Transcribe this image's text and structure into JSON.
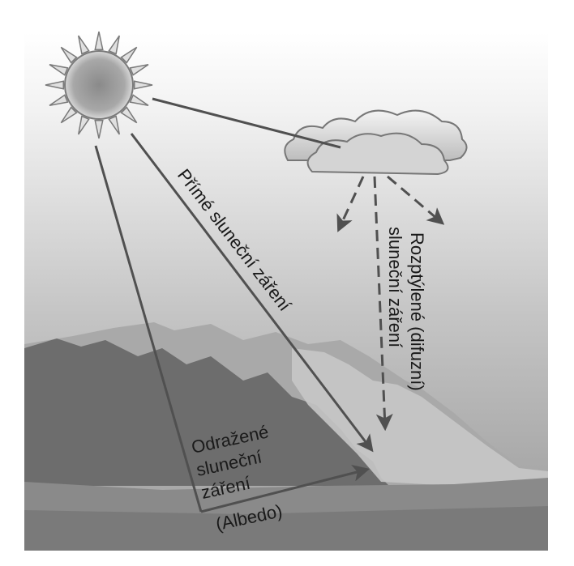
{
  "diagram": {
    "labels": {
      "direct": "Přímé sluneční záření",
      "diffuse_line1": "Rozptýlené (difuzní)",
      "diffuse_line2": "sluneční záření",
      "reflected_line1": "Odražené",
      "reflected_line2": "sluneční",
      "reflected_line3": "záření",
      "albedo": "(Albedo)"
    },
    "colors": {
      "sky_top": "#ffffff",
      "sky_bottom": "#9a9a9a",
      "mountain_far": "#a9a9a9",
      "mountain_dark": "#6d6d6d",
      "snowfield": "#c7c7c7",
      "ground": "#8a8a8a",
      "arrow": "#555555",
      "sun_core": "#8d8d8d",
      "cloud": "#dcdcdc"
    },
    "icons": {
      "sun": "sun-icon",
      "cloud": "cloud-icon"
    }
  }
}
